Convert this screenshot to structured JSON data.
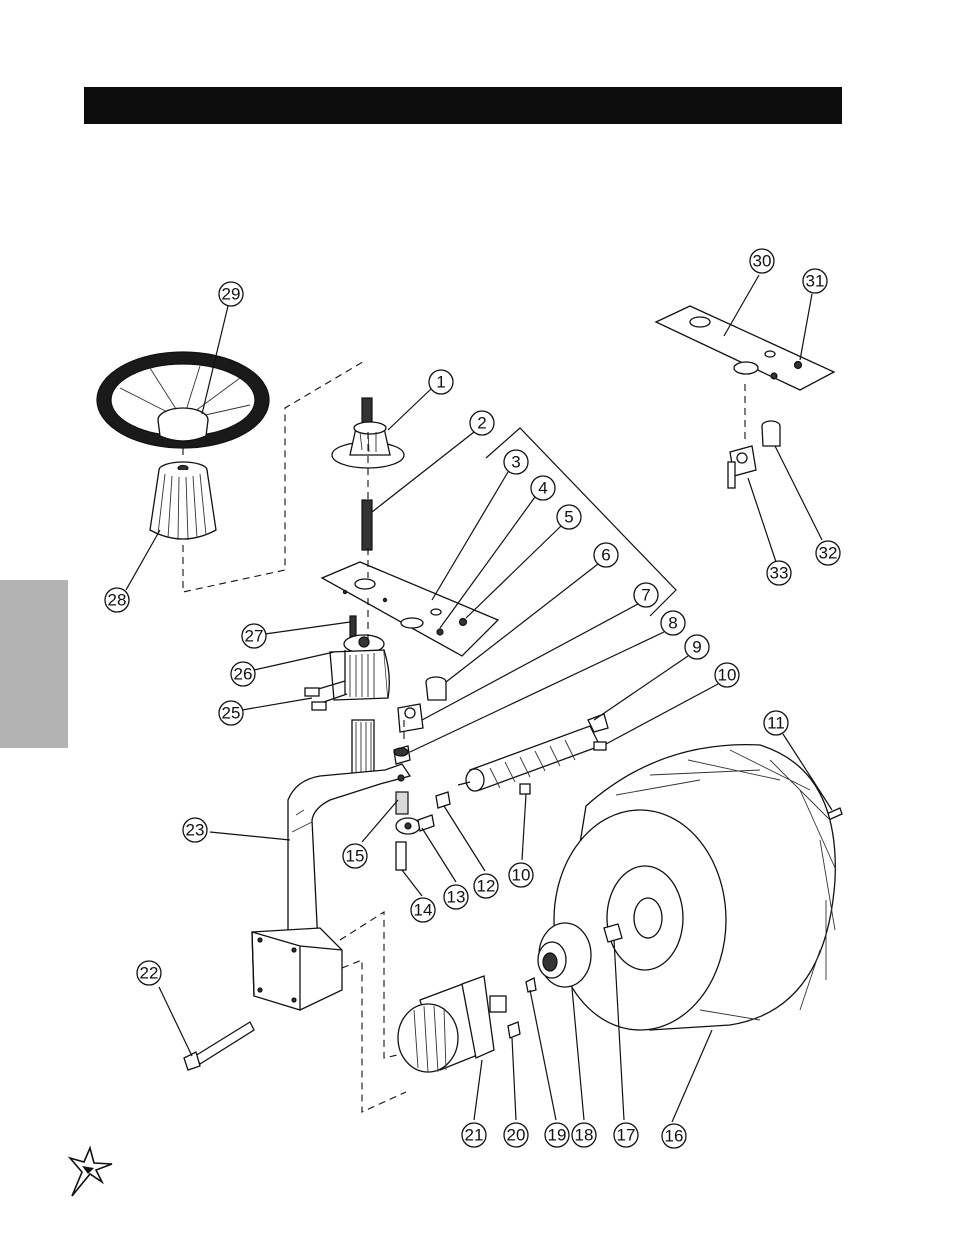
{
  "page": {
    "header_color": "#0d0d0d",
    "side_tab_color": "#b3b3b3"
  },
  "parts": [
    {
      "number": "1"
    },
    {
      "number": "2"
    },
    {
      "number": "3"
    },
    {
      "number": "4"
    },
    {
      "number": "5"
    },
    {
      "number": "6"
    },
    {
      "number": "7"
    },
    {
      "number": "8"
    },
    {
      "number": "9"
    },
    {
      "number": "10"
    },
    {
      "number": "10"
    },
    {
      "number": "11"
    },
    {
      "number": "12"
    },
    {
      "number": "13"
    },
    {
      "number": "14"
    },
    {
      "number": "15"
    },
    {
      "number": "16"
    },
    {
      "number": "17"
    },
    {
      "number": "18"
    },
    {
      "number": "19"
    },
    {
      "number": "20"
    },
    {
      "number": "21"
    },
    {
      "number": "22"
    },
    {
      "number": "23"
    },
    {
      "number": "25"
    },
    {
      "number": "26"
    },
    {
      "number": "27"
    },
    {
      "number": "28"
    },
    {
      "number": "29"
    },
    {
      "number": "30"
    },
    {
      "number": "31"
    },
    {
      "number": "32"
    },
    {
      "number": "33"
    }
  ],
  "icons": {
    "logo": "star-burst-logo-icon"
  }
}
